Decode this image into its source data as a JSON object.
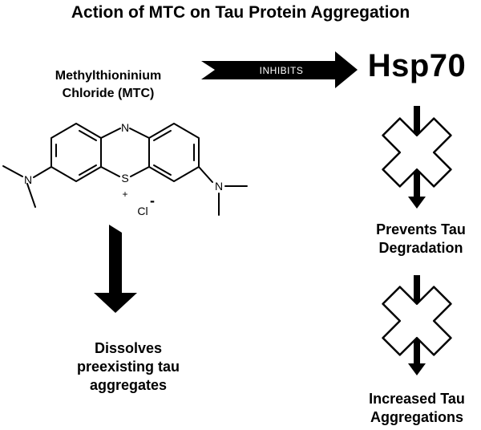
{
  "title": "Action of MTC on Tau Protein Aggregation",
  "compound": {
    "name_line1": "Methylthioninium",
    "name_line2": "Chloride (MTC)",
    "atoms": {
      "ring_nitrogen": "N",
      "sulfur": "S",
      "charge_plus": "+",
      "chloride": "Cl",
      "charge_minus": "-",
      "left_amine": "N",
      "right_amine": "N"
    }
  },
  "arrow_label": "INHIBITS",
  "target": "Hsp70",
  "effects": {
    "prevents_line1": "Prevents Tau",
    "prevents_line2": "Degradation",
    "increased_line1": "Increased Tau",
    "increased_line2": "Aggregations",
    "dissolves_line1": "Dissolves",
    "dissolves_line2": "preexisting tau",
    "dissolves_line3": "aggregates"
  }
}
